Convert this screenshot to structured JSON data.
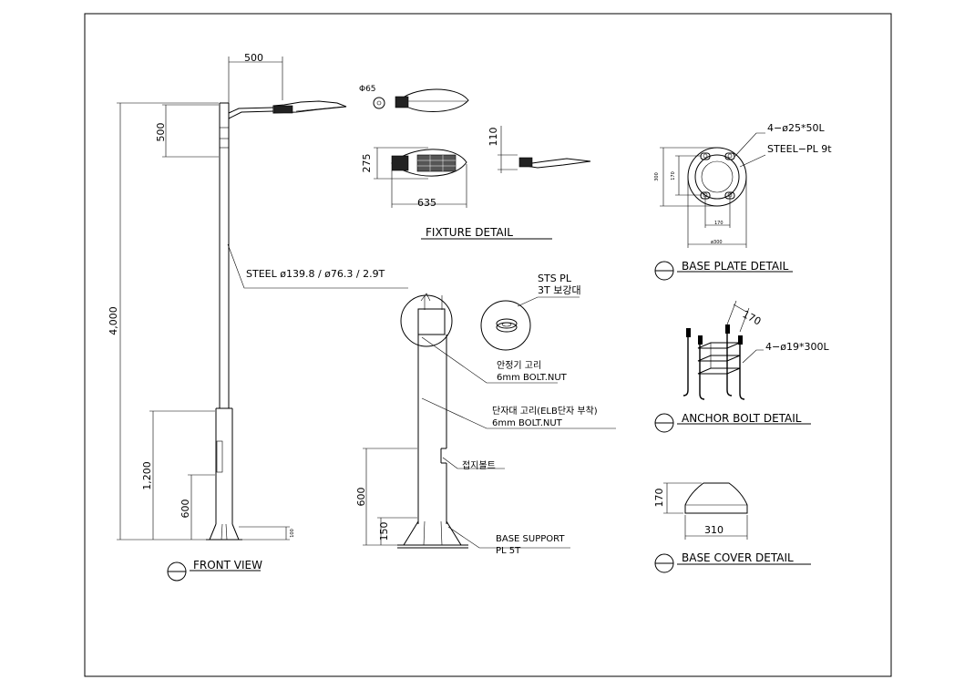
{
  "dims": {
    "arm_length": "500",
    "arm_height": "500",
    "total_height": "4,000",
    "lower_height": "1,200",
    "door_height": "600",
    "base_small": "100",
    "fixture_dia": "Φ65",
    "fixture_height": "110",
    "fixture_width": "275",
    "fixture_length": "635",
    "section_600": "600",
    "section_150": "150",
    "plate_side": "300",
    "plate_170": "170",
    "plate_170b": "170",
    "plate_dia": "ø300",
    "anchor_170": "170",
    "cover_height": "170",
    "cover_width": "310"
  },
  "labels": {
    "steel_spec": "STEEL  ø139.8 / ø76.3 / 2.9T",
    "fixture_detail": "FIXTURE DETAIL",
    "front_view": "FRONT VIEW",
    "sts_pl": "STS  PL",
    "reinforce": "3T 보강대",
    "stabilizer_ring": "안정기 고리",
    "bolt_nut_1": "6mm BOLT.NUT",
    "terminal_ring": "단자대 고리(ELB단자 부착)",
    "bolt_nut_2": "6mm BOLT.NUT",
    "ground_bolt": "접지볼트",
    "base_support": "BASE SUPPORT",
    "base_support_pl": "PL 5T",
    "plate_holes": "4−ø25*50L",
    "steel_pl": "STEEL−PL  9t",
    "base_plate_detail": "BASE PLATE DETAIL",
    "anchor_spec": "4−ø19*300L",
    "anchor_bolt_detail": "ANCHOR BOLT DETAIL",
    "base_cover_detail": "BASE COVER DETAIL"
  }
}
